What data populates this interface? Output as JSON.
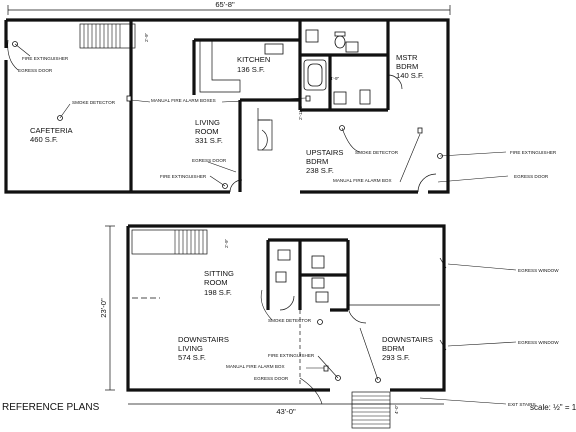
{
  "upper_plan": {
    "overall_width_dim": "65'-8\"",
    "stair_dim": "2'-9\"",
    "rooms": {
      "kitchen": {
        "name": "KITCHEN",
        "area": "136 S.F."
      },
      "mstr_bdrm": {
        "name": "MSTR\nBDRM",
        "area": "140 S.F."
      },
      "living_room": {
        "name": "LIVING\nROOM",
        "area": "331 S.F."
      },
      "cafeteria": {
        "name": "CAFETERIA",
        "area": "460 S.F."
      },
      "upstairs_bdrm": {
        "name": "UPSTAIRS\nBDRM",
        "area": "238 S.F."
      }
    },
    "bath_dims": [
      "4'-9\"",
      "2'-11½\""
    ],
    "callouts": {
      "fire_extinguisher_top": "FIRE EXTINGUISHER",
      "egress_door_top": "EGRESS DOOR",
      "smoke_detector_left": "SMOKE DETECTOR",
      "manual_fire_alarm_boxes": "MANUAL FIRE ALARM BOXES",
      "egress_door_mid": "EGRESS DOOR",
      "fire_extinguisher_mid": "FIRE EXTINGUISHER",
      "smoke_detector_right": "SMOKE DETECTOR",
      "manual_fire_alarm_box": "MANUAL FIRE ALARM BOX",
      "fire_extinguisher_right": "FIRE EXTINGUISHER",
      "egress_door_right": "EGRESS DOOR"
    }
  },
  "lower_plan": {
    "depth_dim": "23'-0\"",
    "width_dim": "43'-0\"",
    "stair_dim": "2'-9\"",
    "exit_stair_dim": "4'-0\"",
    "rooms": {
      "sitting_room": {
        "name": "SITTING\nROOM",
        "area": "198 S.F."
      },
      "downstairs_living": {
        "name": "DOWNSTAIRS\nLIVING",
        "area": "574 S.F."
      },
      "downstairs_bdrm": {
        "name": "DOWNSTAIRS\nBDRM",
        "area": "293 S.F."
      }
    },
    "callouts": {
      "egress_window_top": "EGRESS WINDOW",
      "smoke_detector": "SMOKE DETECTOR",
      "egress_window_bottom": "EGRESS WINDOW",
      "fire_extinguisher": "FIRE EXTINGUISHER",
      "manual_fire_alarm_box": "MANUAL FIRE ALARM BOX",
      "egress_door": "EGRESS DOOR",
      "exit_stairs": "EXIT STAIRS"
    }
  },
  "footer": {
    "title": "REFERENCE PLANS",
    "scale": "scale: ½\" = 1'"
  }
}
